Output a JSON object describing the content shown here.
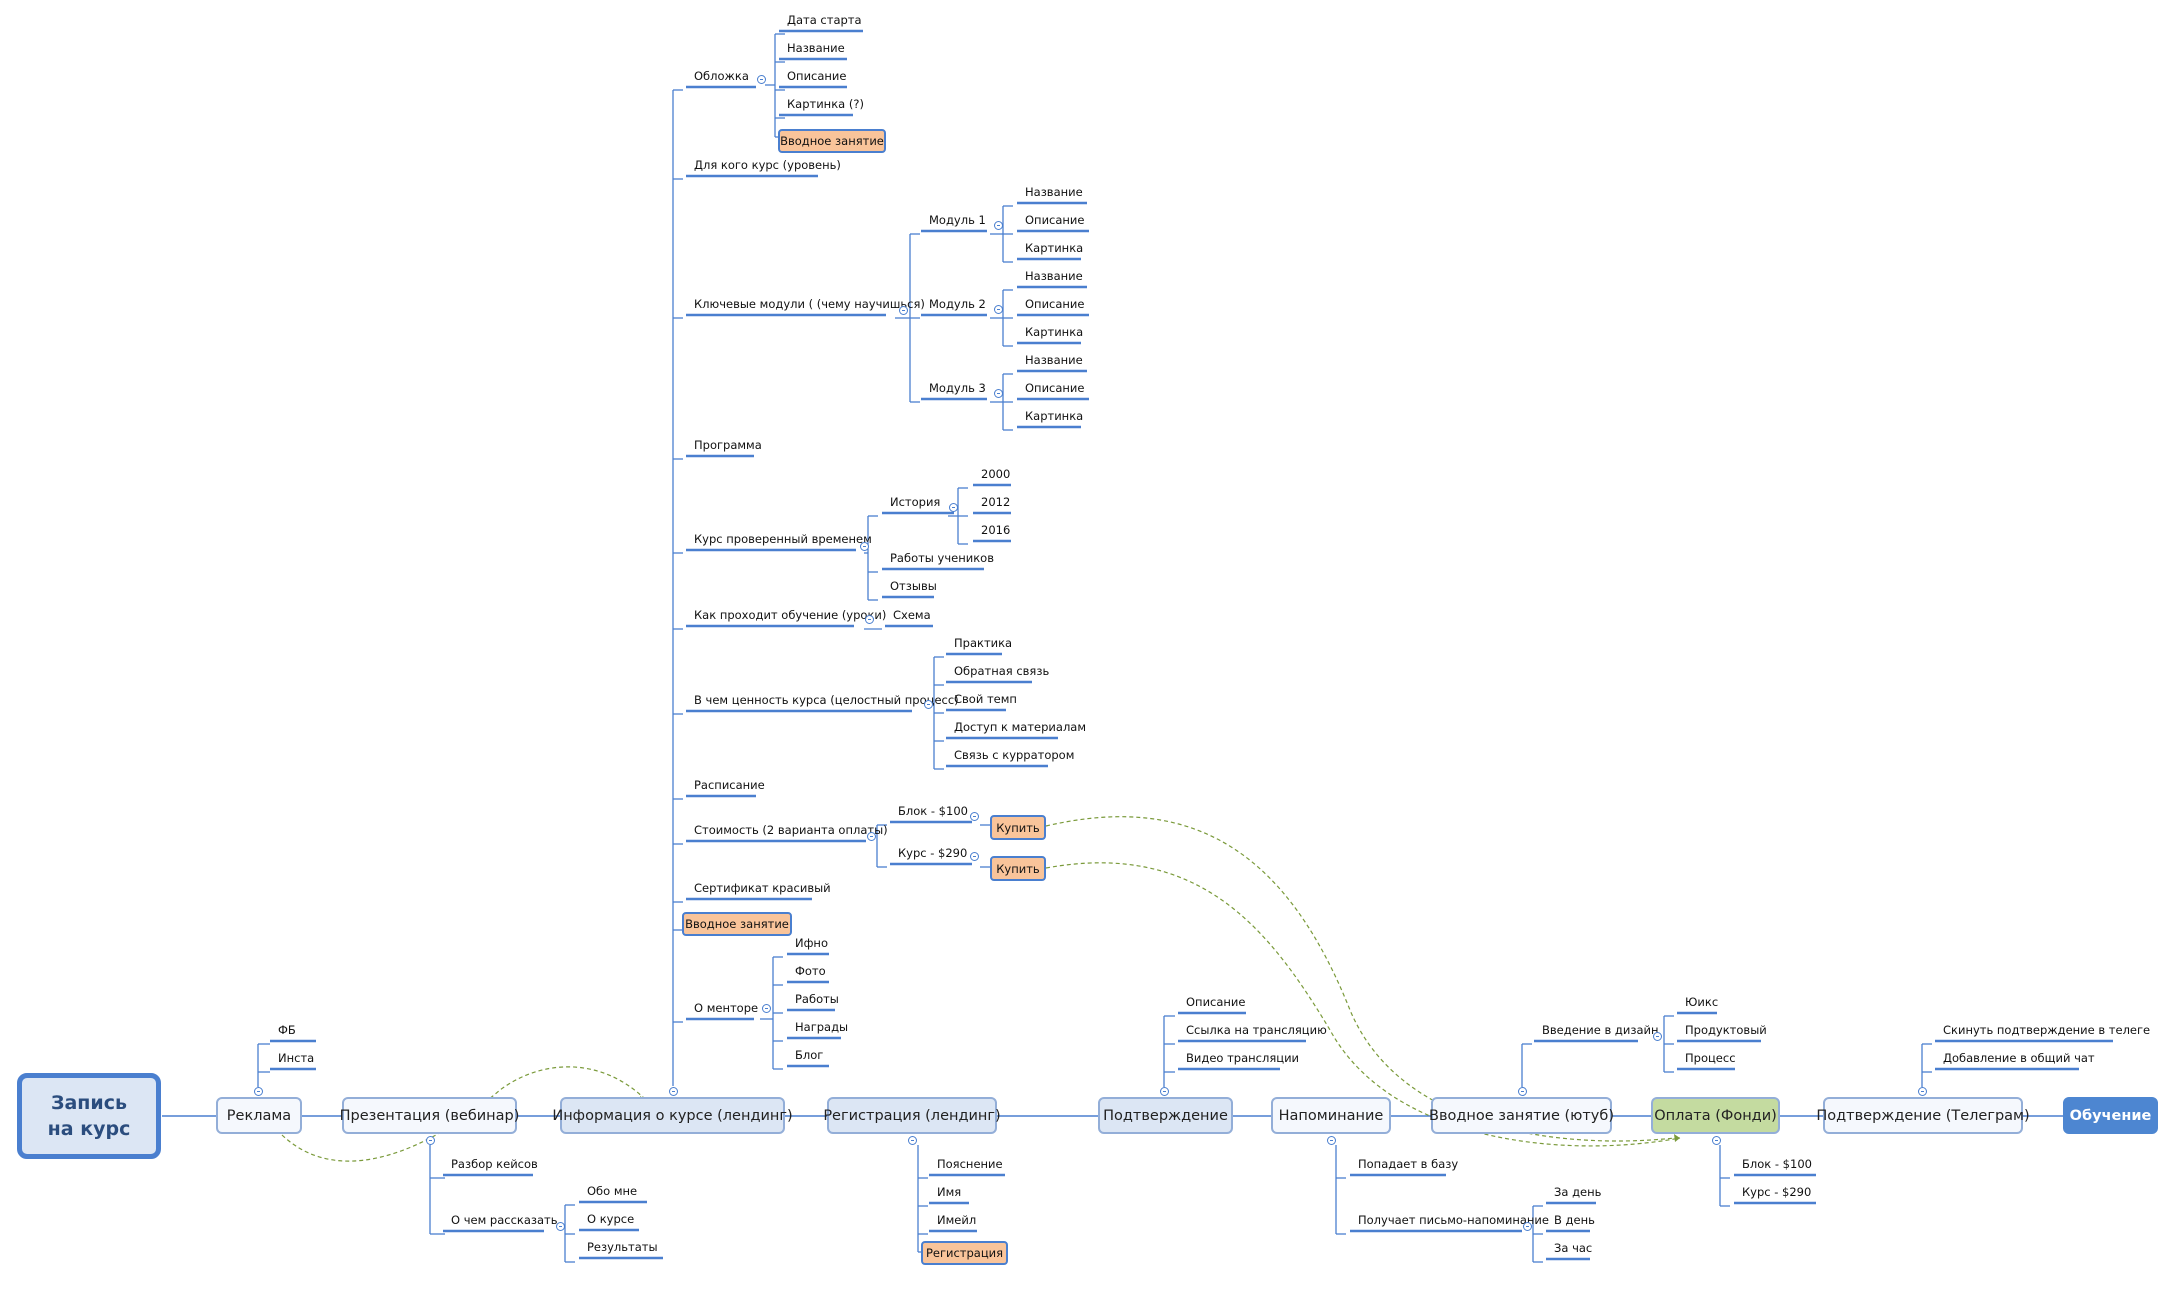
{
  "root": "Запись\nна курс",
  "timeline": {
    "reklama": "Реклама",
    "prezentatsiya": "Презентация (вебинар)",
    "informatsiya": "Информация о курсе (лендинг)",
    "registratsiya": "Регистрация (лендинг)",
    "podtverzhdenie": "Подтверждение",
    "napominanie": "Напоминание",
    "vvodnoe": "Вводное занятие (ютуб)",
    "oplata": "Оплата (Фонди)",
    "podtverzhdenie_tg": "Подтверждение (Телеграм)",
    "obuchenie": "Обучение"
  },
  "reklama_children": [
    "ФБ",
    "Инста"
  ],
  "prezentatsiya_children": {
    "razbor": "Разбор кейсов",
    "o_chem": "О чем рассказать",
    "o_chem_children": [
      "Обо мне",
      "О курсе",
      "Результаты"
    ]
  },
  "info": {
    "oblozhka": "Обложка",
    "oblozhka_children": [
      "Дата старта",
      "Название",
      "Описание",
      "Картинка (?)"
    ],
    "oblozhka_hl": "Вводное занятие",
    "dlya_kogo": "Для кого курс (уровень)",
    "klyuchevye": "Ключевые модули ( (чему научишься)",
    "modules": [
      {
        "name": "Модуль 1",
        "items": [
          "Название",
          "Описание",
          "Картинка"
        ]
      },
      {
        "name": "Модуль 2",
        "items": [
          "Название",
          "Описание",
          "Картинка"
        ]
      },
      {
        "name": "Модуль 3",
        "items": [
          "Название",
          "Описание",
          "Картинка"
        ]
      }
    ],
    "programma": "Программа",
    "proveren": "Курс проверенный временем",
    "istoriya": "История",
    "years": [
      "2000",
      "2012",
      "2016"
    ],
    "raboty_uch": "Работы учеников",
    "otzyvy": "Отзывы",
    "kak_prohodit": "Как проходит обучение (уроки)",
    "skhema": "Схема",
    "tsennost": "В чем ценность курса (целостный процесс)",
    "tsennost_children": [
      "Практика",
      "Обратная связь",
      "Свой темп",
      "Доступ к материалам",
      "Связь с курратором"
    ],
    "raspisanie": "Расписание",
    "stoimost": "Стоимость (2 варианта оплаты)",
    "blok": "Блок - $100",
    "kurs": "Курс - $290",
    "kupit": "Купить",
    "sertifikat": "Сертификат красивый",
    "vvodnoe_hl": "Вводное занятие",
    "o_mentore": "О менторе",
    "mentor_children": [
      "Ифно",
      "Фото",
      "Работы",
      "Награды",
      "Блог"
    ]
  },
  "registratsiya_children": [
    "Пояснение",
    "Имя",
    "Имейл"
  ],
  "registratsiya_hl": "Регистрация",
  "podtverzhdenie_children": [
    "Описание",
    "Ссылка на трансляцию",
    "Видео трансляции"
  ],
  "napominanie_children": {
    "popadaet": "Попадает в базу",
    "poluchaet": "Получает письмо-напоминание",
    "times": [
      "За день",
      "В день",
      "За час"
    ]
  },
  "vvodnoe_children": {
    "vvedenie": "Введение в дизайн",
    "items": [
      "Юикс",
      "Продуктовый",
      "Процесс"
    ]
  },
  "oplata_children": [
    "Блок - $100",
    "Курс - $290"
  ],
  "telegram_children": [
    "Скинуть подтверждение в телеге",
    "Добавление в общий чат"
  ],
  "colors": {
    "line": "#4a7fcf",
    "arrow": "#7a9a3a",
    "highlight": "#f9c49a"
  }
}
